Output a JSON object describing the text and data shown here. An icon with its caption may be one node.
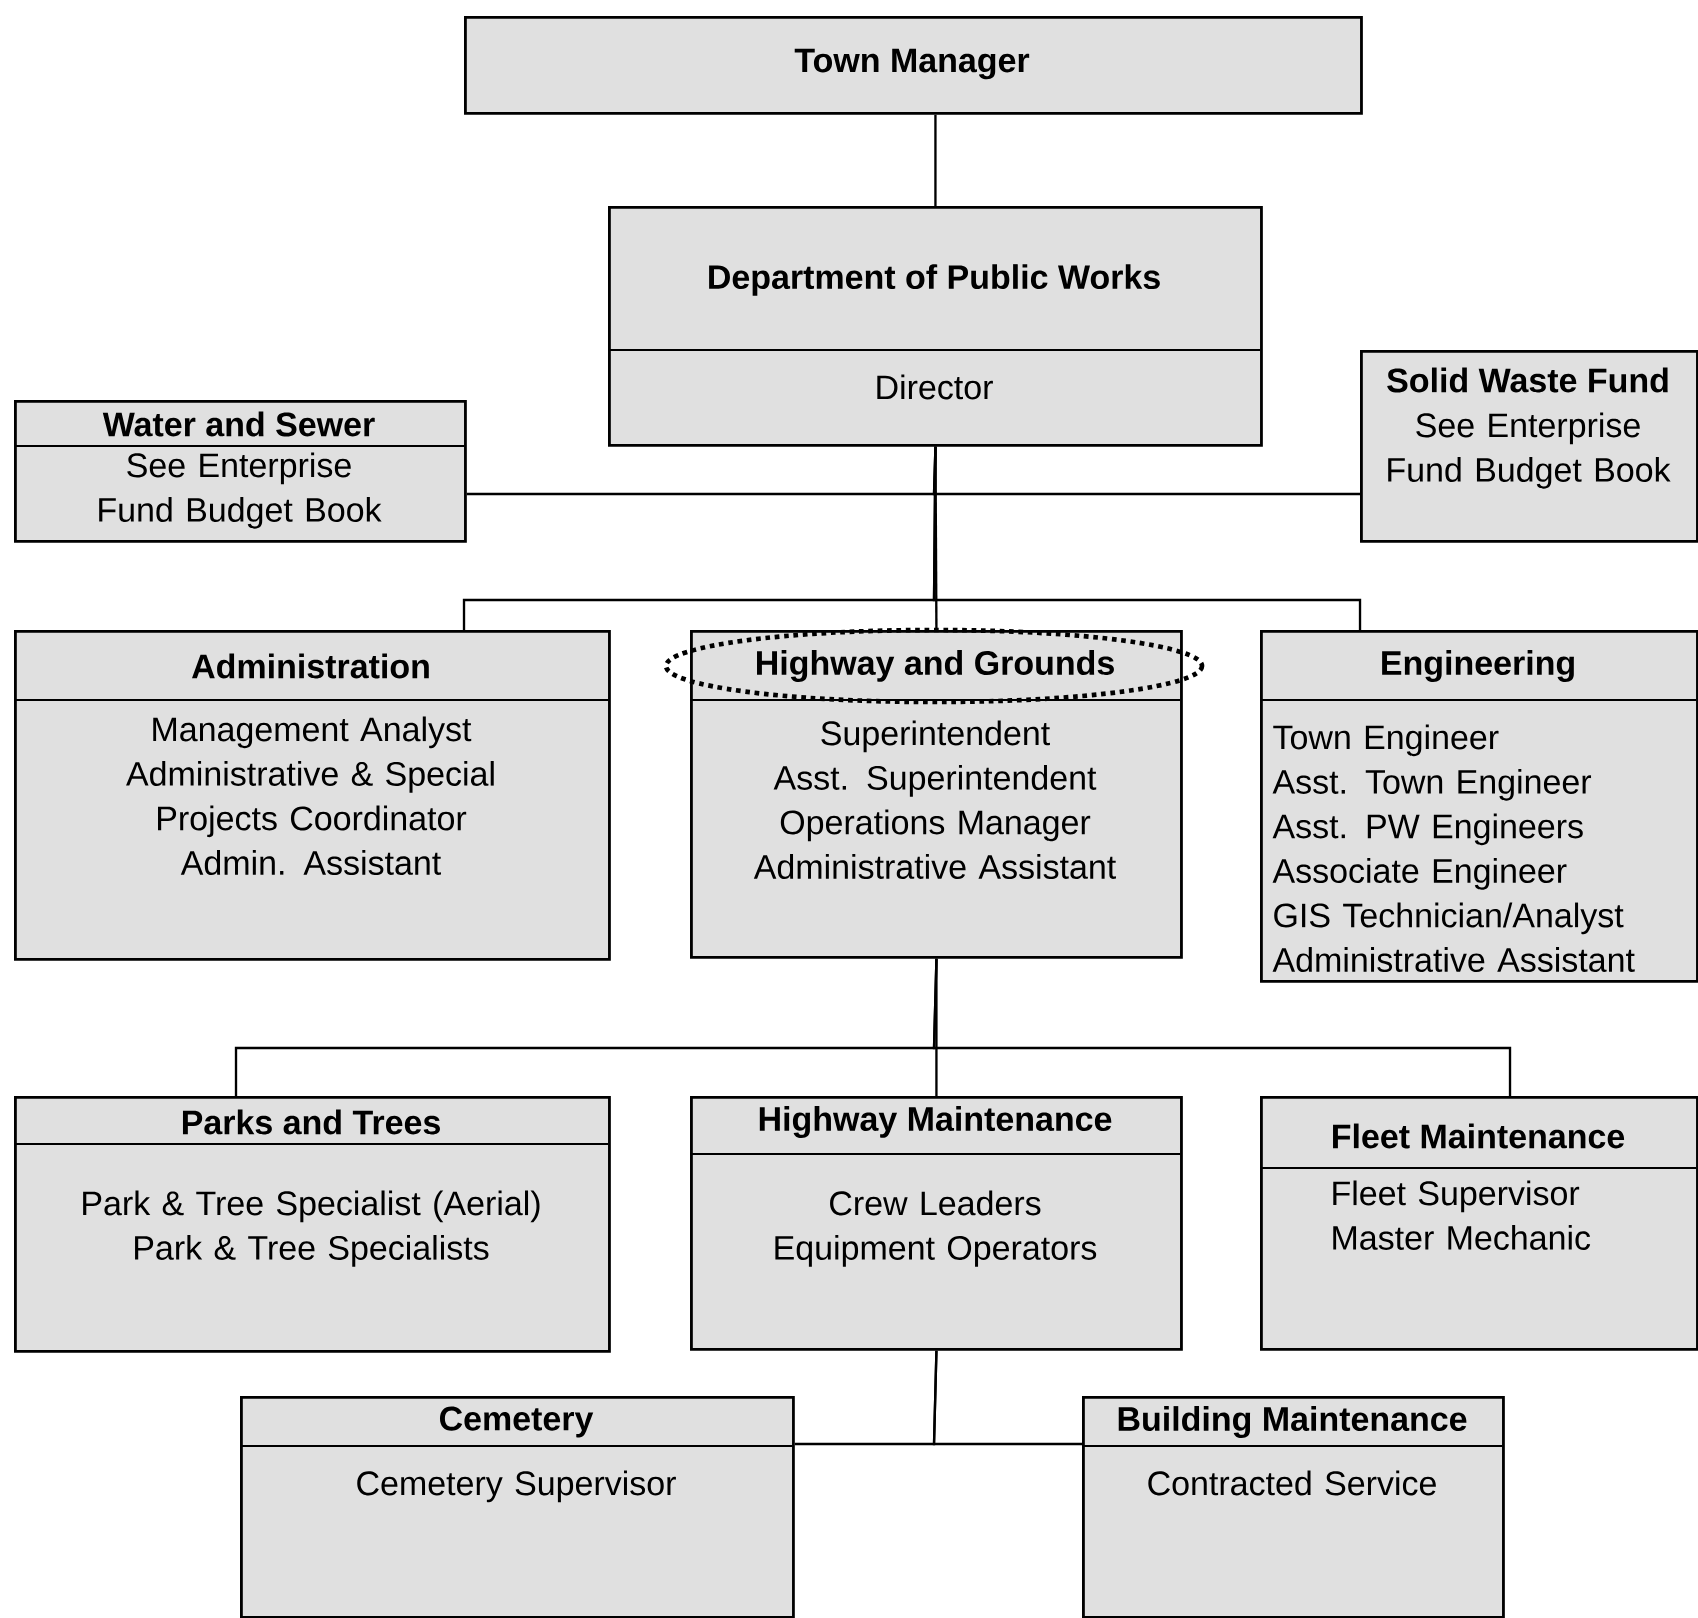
{
  "diagram": {
    "nodes": [
      {
        "text": [
          "Town Manager"
        ]
      },
      {
        "text": [
          "Department of Public Works",
          "Director"
        ]
      },
      {
        "text": [
          "Water and Sewer",
          "See Enterprise Fund Budget Book"
        ]
      },
      {
        "text": [
          "Solid Waste Fund",
          "See Enterprise Fund Budget Book"
        ]
      },
      {
        "text": [
          "Administration",
          "Management Analyst",
          "Administrative & Special Projects Coordinator",
          "Admin. Assistant"
        ]
      },
      {
        "text": [
          "Highway and Grounds",
          "Superintendent",
          "Asst. Superintendent",
          "Operations Manager",
          "Administrative Assistant"
        ]
      },
      {
        "text": [
          "Engineering",
          "Town Engineer",
          "Asst. Town Engineer",
          "Asst. PW Engineers",
          "Associate Engineer",
          "GIS Technician/Analyst",
          "Administrative Assistant"
        ]
      },
      {
        "text": [
          "Parks and Trees",
          "Park & Tree Specialist (Aerial)",
          "Park & Tree Specialists"
        ]
      },
      {
        "text": [
          "Highway Maintenance",
          "Crew Leaders",
          "Equipment Operators"
        ]
      },
      {
        "text": [
          "Fleet Maintenance",
          "Fleet Supervisor",
          "Master Mechanic"
        ]
      },
      {
        "text": [
          "Cemetery",
          "Cemetery Supervisor"
        ]
      },
      {
        "text": [
          "Building Maintenance",
          "Contracted Service"
        ]
      }
    ],
    "edges": [
      {
        "from": 0,
        "to": 1,
        "arrow": "none"
      },
      {
        "from": 1,
        "to": 2,
        "arrow": "none"
      },
      {
        "from": 1,
        "to": 3,
        "arrow": "none"
      },
      {
        "from": 1,
        "to": 4,
        "arrow": "none"
      },
      {
        "from": 1,
        "to": 5,
        "arrow": "none"
      },
      {
        "from": 1,
        "to": 6,
        "arrow": "none"
      },
      {
        "from": 5,
        "to": 7,
        "arrow": "none"
      },
      {
        "from": 5,
        "to": 8,
        "arrow": "none"
      },
      {
        "from": 5,
        "to": 9,
        "arrow": "none"
      },
      {
        "from": 8,
        "to": 10,
        "arrow": "none"
      },
      {
        "from": 8,
        "to": 11,
        "arrow": "none"
      }
    ]
  }
}
